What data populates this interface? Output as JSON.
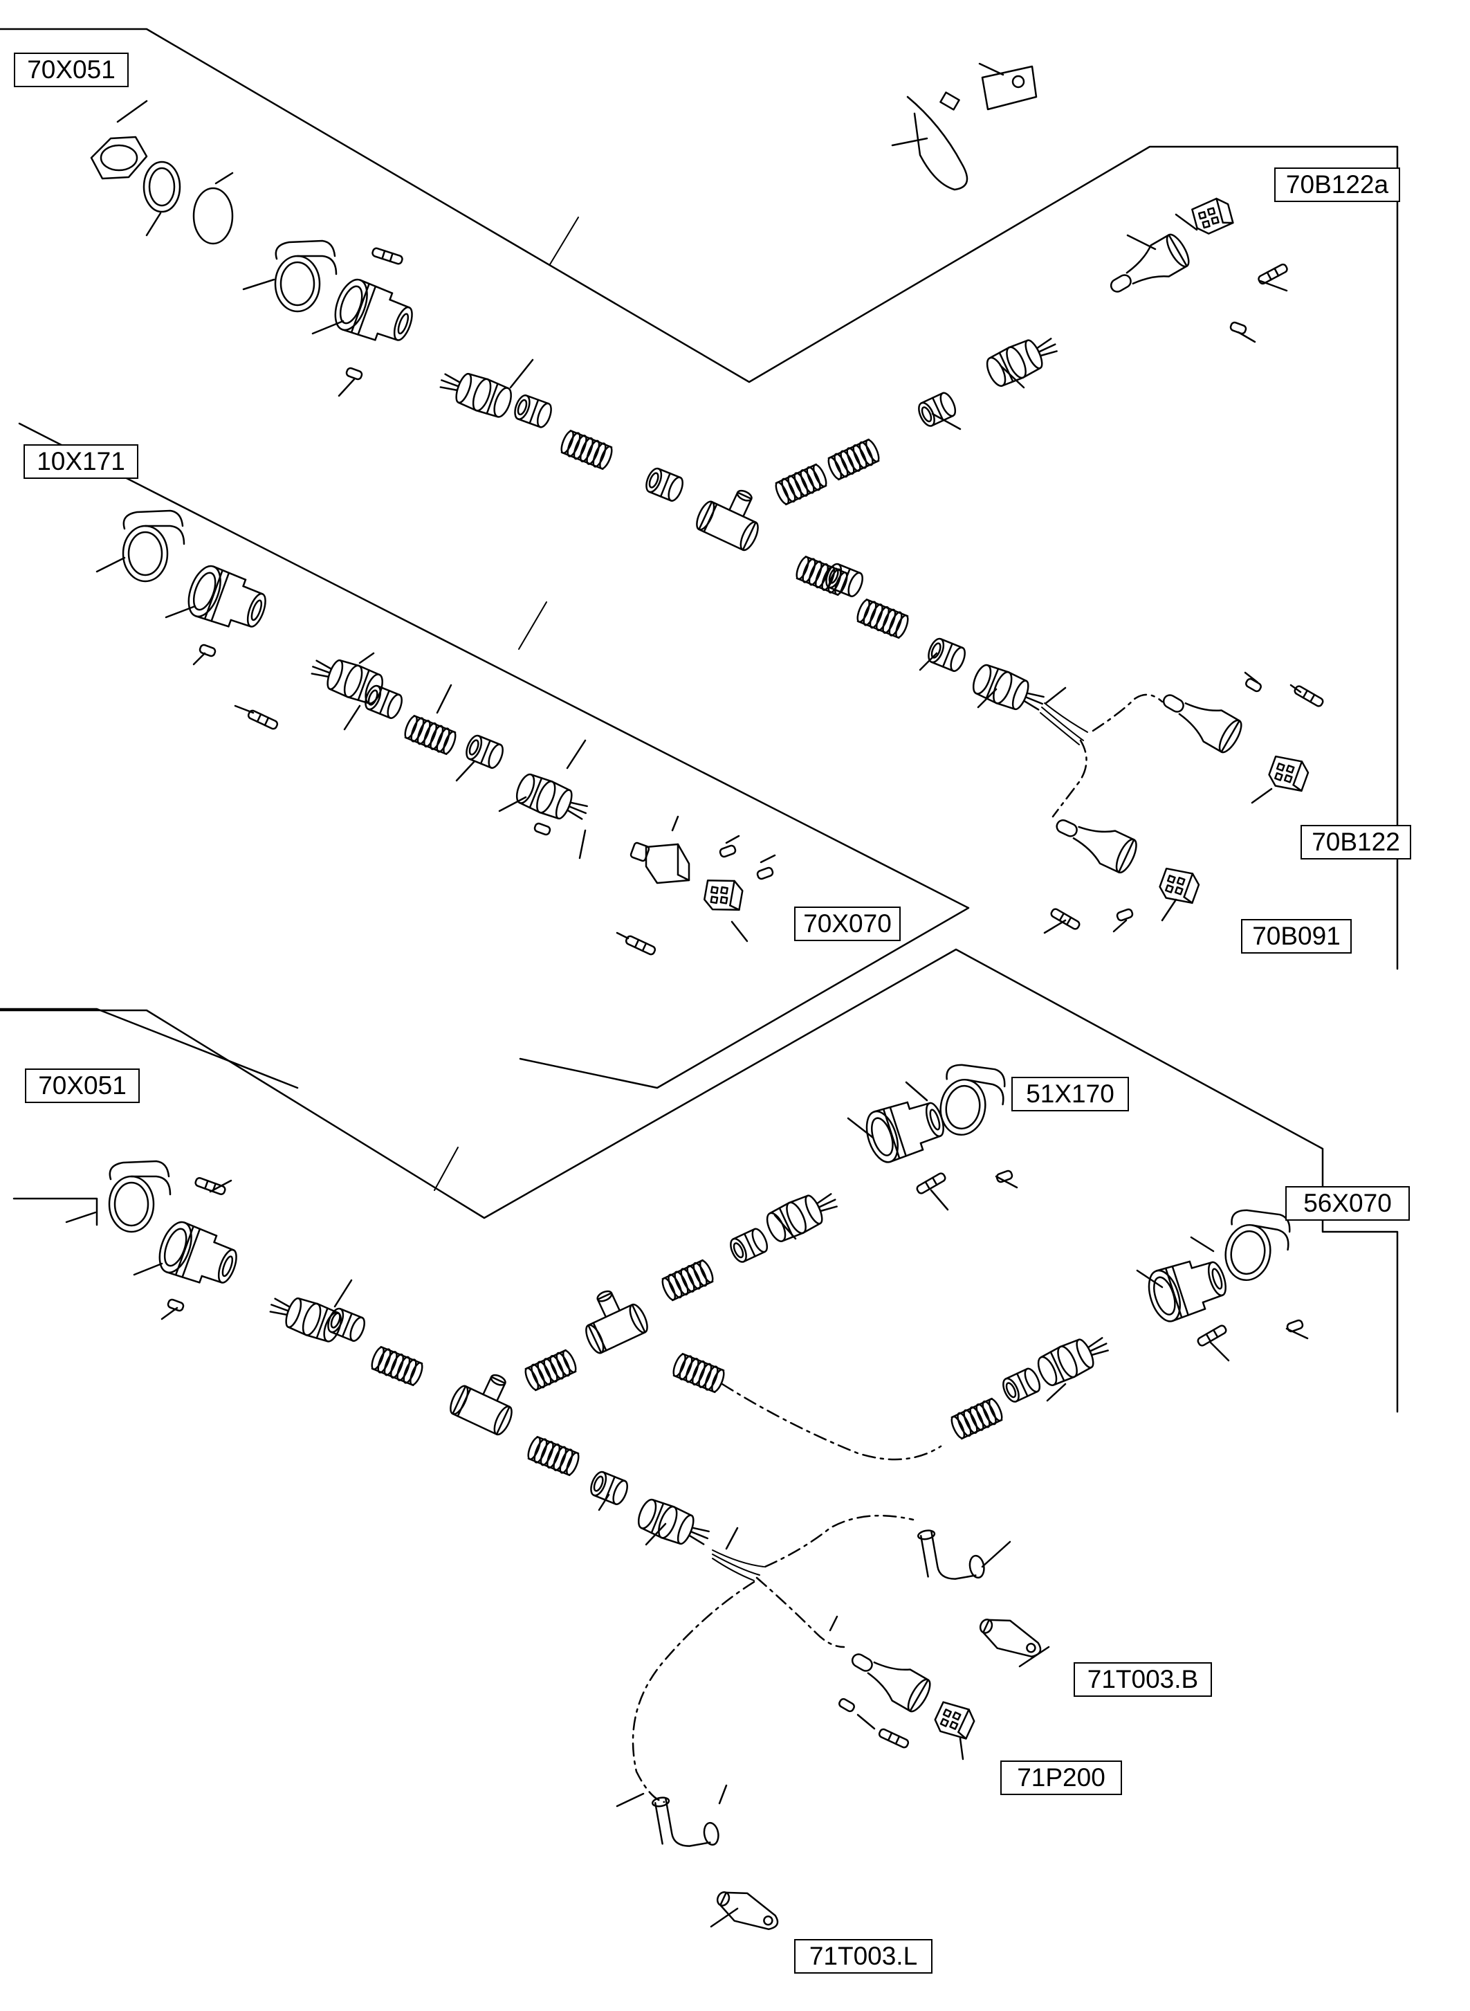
{
  "diagram": {
    "labels": {
      "l1": "70X051",
      "l2": "70B122a",
      "l3": "10X171",
      "l4": "70B122",
      "l5": "70X070",
      "l6": "70B091",
      "l7": "70X051",
      "l8": "51X170",
      "l9": "56X070",
      "l10": "71T003.B",
      "l11": "71P200",
      "l12": "71T003.L"
    }
  },
  "colors": {
    "line": "#000000",
    "background": "#ffffff"
  }
}
